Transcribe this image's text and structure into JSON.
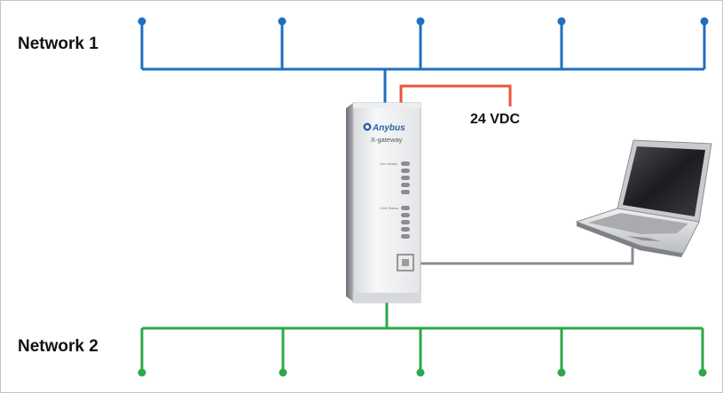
{
  "networks": [
    {
      "label": "Network 1",
      "color": "#1f6fbf"
    },
    {
      "label": "Network 2",
      "color": "#2ba84a"
    }
  ],
  "power": {
    "label": "24 VDC",
    "color": "#e8563a"
  },
  "device": {
    "brand": "Anybus",
    "model": "X-gateway",
    "status_group_1": "Gen Status",
    "status_group_2": "CAN Status",
    "icon": "gateway-icon"
  },
  "pc": {
    "icon": "laptop-icon",
    "cable_color": "#8c8c8c"
  }
}
